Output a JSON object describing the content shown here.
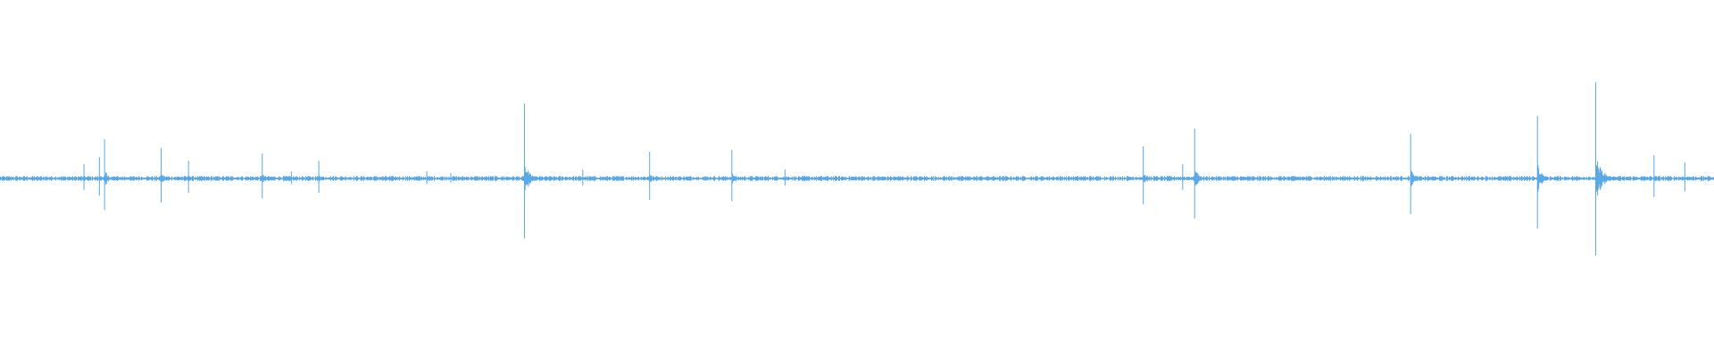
{
  "waveform": {
    "color": "#5aa9e6",
    "background": "#ffffff",
    "baseline_noise": 0.012,
    "peaks": [
      {
        "pos": 0.049,
        "amp": 0.08
      },
      {
        "pos": 0.058,
        "amp": 0.12
      },
      {
        "pos": 0.061,
        "amp": 0.22
      },
      {
        "pos": 0.094,
        "amp": 0.17
      },
      {
        "pos": 0.11,
        "amp": 0.1
      },
      {
        "pos": 0.153,
        "amp": 0.14
      },
      {
        "pos": 0.17,
        "amp": 0.04
      },
      {
        "pos": 0.186,
        "amp": 0.1
      },
      {
        "pos": 0.249,
        "amp": 0.04
      },
      {
        "pos": 0.263,
        "amp": 0.03
      },
      {
        "pos": 0.306,
        "amp": 0.42
      },
      {
        "pos": 0.34,
        "amp": 0.05
      },
      {
        "pos": 0.379,
        "amp": 0.15
      },
      {
        "pos": 0.427,
        "amp": 0.16
      },
      {
        "pos": 0.458,
        "amp": 0.05
      },
      {
        "pos": 0.667,
        "amp": 0.18
      },
      {
        "pos": 0.69,
        "amp": 0.08
      },
      {
        "pos": 0.697,
        "amp": 0.28
      },
      {
        "pos": 0.823,
        "amp": 0.25
      },
      {
        "pos": 0.897,
        "amp": 0.35
      },
      {
        "pos": 0.931,
        "amp": 0.54
      },
      {
        "pos": 0.965,
        "amp": 0.13
      },
      {
        "pos": 0.983,
        "amp": 0.09
      }
    ]
  }
}
